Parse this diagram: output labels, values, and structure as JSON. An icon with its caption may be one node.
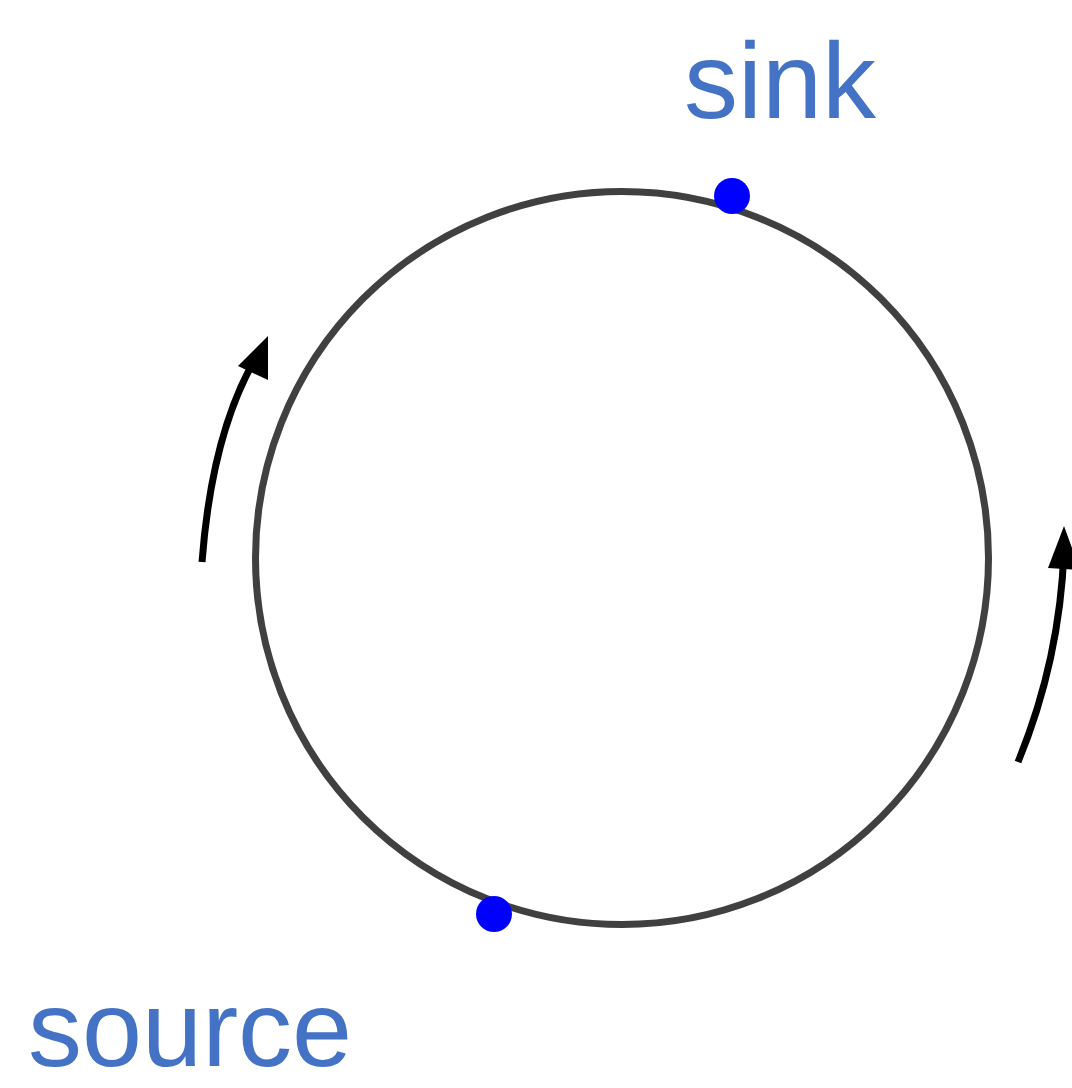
{
  "diagram": {
    "nodes": [
      {
        "text": [],
        "shape": "circle"
      },
      {
        "text": [],
        "shape": "circle"
      },
      {
        "text": [],
        "shape": "circle"
      }
    ],
    "labels": [
      "sink",
      "source"
    ]
  }
}
